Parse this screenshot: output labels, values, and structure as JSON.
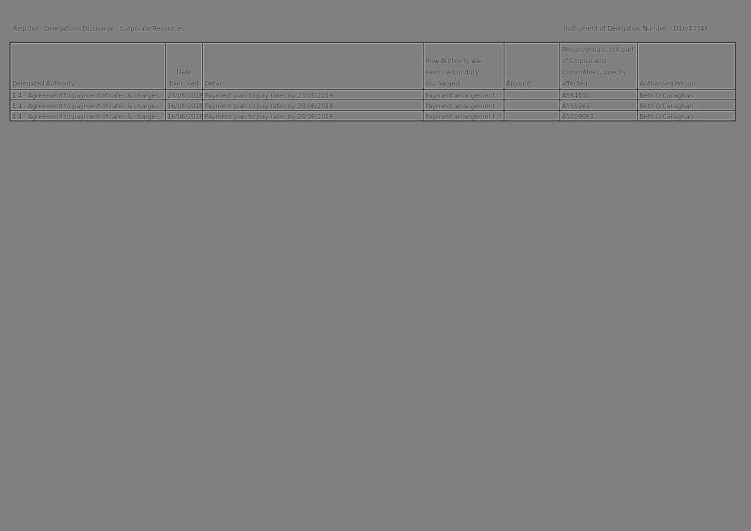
{
  "header": {
    "title": "Register - Delegations Discharge - Corporate Resources",
    "instrument": "Instrument of Delegation Number - D16/43348"
  },
  "table": {
    "columns": [
      "Delegated Authority",
      "Date Exercised",
      "Details",
      "How Authority was exercised or duty discharged",
      "Amount",
      "Person/groups, not part of Council and Committees, directly affected",
      "Authorised Person"
    ],
    "rows": [
      {
        "authority": "1.4 - Agreement to payment of rates & charges",
        "date": "23/05/2018",
        "details": "Payment plan to pay rates by 23/05/2019",
        "how": "Payment arrangement",
        "amount": "",
        "affected": "A554100",
        "person": "Beth O'Callaghan"
      },
      {
        "authority": "1.4 - Agreement to payment of rates & charges",
        "date": "16/05/2018",
        "details": "Payment plan to pay rates by 28/06/2018",
        "how": "Payment arrangement",
        "amount": "",
        "affected": "A551061",
        "person": "Beth O'Callaghan"
      },
      {
        "authority": "1.4 - Agreement to payment of rates & charges",
        "date": "16/06/2018",
        "details": "Payment plan to pay rates by 28/06/2018",
        "how": "Payment arrangement",
        "amount": "",
        "affected": "A5109061",
        "person": "Beth O'Callaghan"
      }
    ]
  }
}
